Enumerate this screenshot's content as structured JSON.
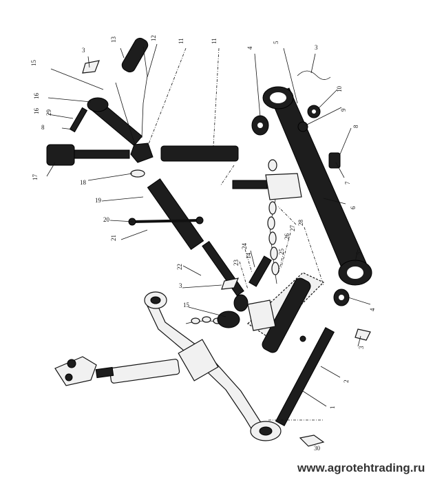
{
  "callouts": [
    {
      "label": "1"
    },
    {
      "label": "2"
    },
    {
      "label": "3"
    },
    {
      "label": "3"
    },
    {
      "label": "3"
    },
    {
      "label": "3"
    },
    {
      "label": "4"
    },
    {
      "label": "4"
    },
    {
      "label": "5"
    },
    {
      "label": "5"
    },
    {
      "label": "6"
    },
    {
      "label": "7"
    },
    {
      "label": "8"
    },
    {
      "label": "8"
    },
    {
      "label": "9"
    },
    {
      "label": "10"
    },
    {
      "label": "11"
    },
    {
      "label": "11"
    },
    {
      "label": "12"
    },
    {
      "label": "13"
    },
    {
      "label": "14"
    },
    {
      "label": "15"
    },
    {
      "label": "15"
    },
    {
      "label": "16"
    },
    {
      "label": "16"
    },
    {
      "label": "17"
    },
    {
      "label": "18"
    },
    {
      "label": "19"
    },
    {
      "label": "20"
    },
    {
      "label": "21"
    },
    {
      "label": "22"
    },
    {
      "label": "23"
    },
    {
      "label": "24"
    },
    {
      "label": "25"
    },
    {
      "label": "26"
    },
    {
      "label": "27"
    },
    {
      "label": "28"
    },
    {
      "label": "29"
    },
    {
      "label": "30"
    }
  ],
  "watermark": "www.agrotehtrading.ru"
}
